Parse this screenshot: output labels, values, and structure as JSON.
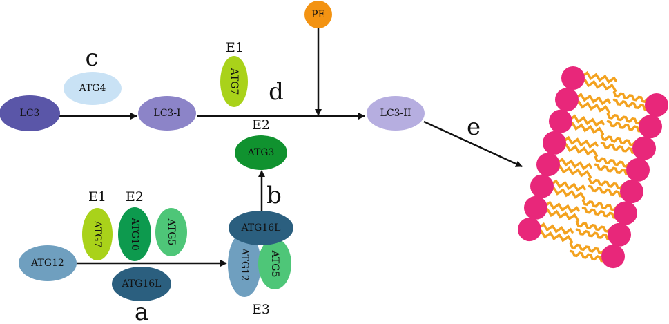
{
  "nodes": {
    "lc3": "LC3",
    "atg4": "ATG4",
    "lc3_i": "LC3-I",
    "atg7_top": "ATG7",
    "pe": "PE",
    "lc3_ii": "LC3-II",
    "atg3": "ATG3",
    "atg16l_complex": "ATG16L",
    "atg12_complex": "ATG12",
    "atg5_complex": "ATG5",
    "atg12": "ATG12",
    "atg7_bottom": "ATG7",
    "atg10": "ATG10",
    "atg5": "ATG5",
    "atg16l": "ATG16L"
  },
  "step_labels": {
    "a": "a",
    "b": "b",
    "c": "c",
    "d": "d",
    "e": "e"
  },
  "role_labels": {
    "e1_top": "E1",
    "e2_top": "E2",
    "e1_bottom": "E1",
    "e2_bottom": "E2",
    "e3": "E3"
  },
  "colors": {
    "lc3": "#5a56a8",
    "atg4": "#c9e2f5",
    "lc3_i": "#8c84c8",
    "atg7": "#a9d21a",
    "pe": "#f39312",
    "lc3_ii": "#b6aee0",
    "atg3": "#10922f",
    "atg16l": "#2b5f7f",
    "atg12": "#6f9fbf",
    "atg5": "#4ec678",
    "atg10": "#0d9a4e",
    "lipid_head": "#e8277a",
    "lipid_tail": "#f3a21f",
    "arrow": "#111111"
  }
}
